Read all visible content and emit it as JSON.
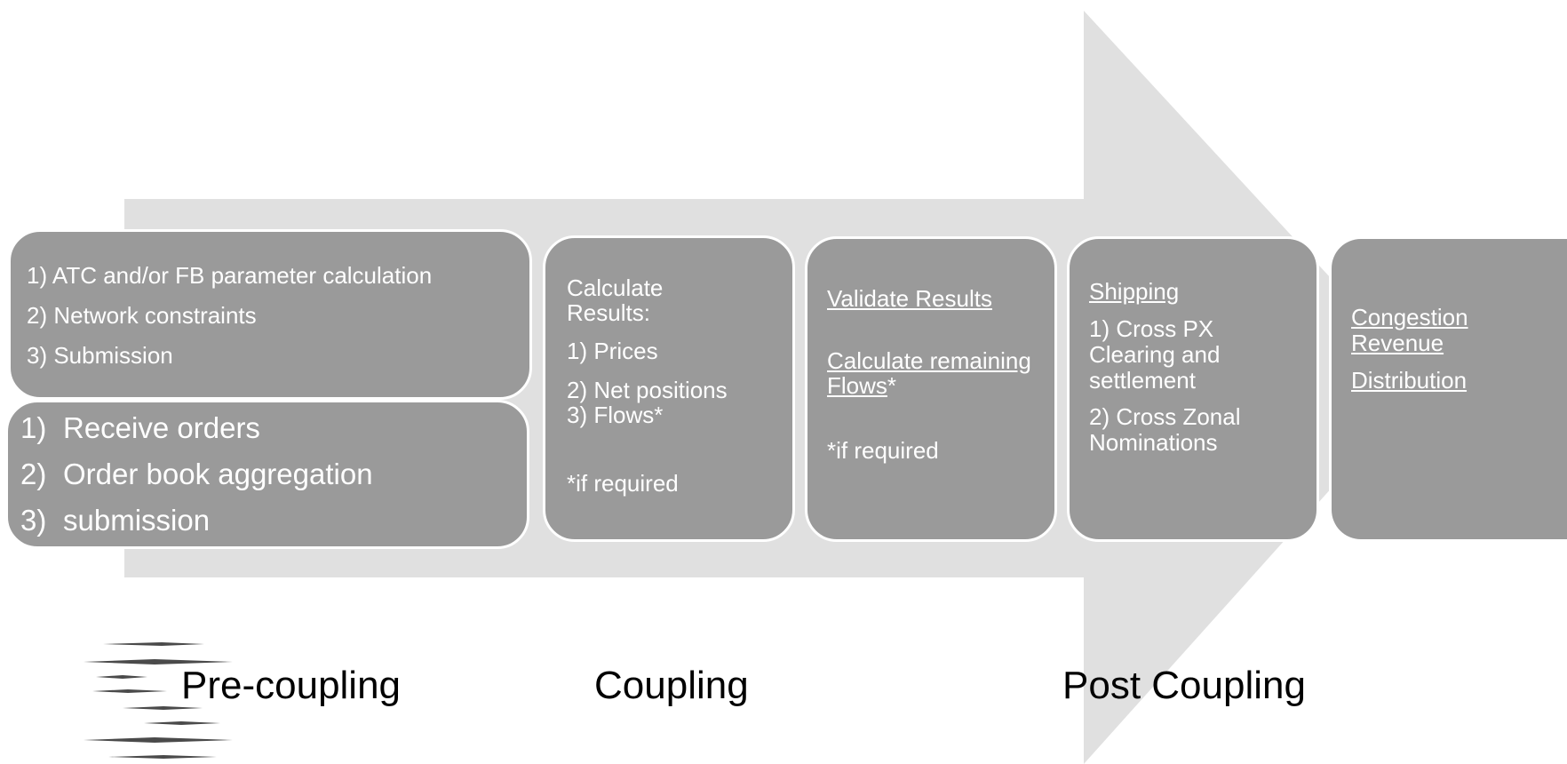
{
  "colors": {
    "arrow": "#e0e0e0",
    "box_fill": "#9a9a9a",
    "box_border": "#ffffff",
    "box_text": "#ffffff",
    "stage_text": "#000000",
    "logo": "#4a4a4a"
  },
  "pre_coupling": {
    "tso_box": {
      "items": [
        "1) ATC and/or FB parameter calculation",
        "2) Network constraints",
        "3) Submission"
      ]
    },
    "px_box": {
      "items": [
        {
          "num": "1)",
          "text": "Receive orders"
        },
        {
          "num": "2)",
          "text": "Order book aggregation"
        },
        {
          "num": "3)",
          "text": "submission"
        }
      ]
    }
  },
  "coupling_box": {
    "heading": "Calculate Results:",
    "items": [
      "1) Prices",
      "2) Net positions",
      "3) Flows*"
    ],
    "footnote": "*if required"
  },
  "validate_box": {
    "link1": "Validate Results",
    "link2": "Calculate remaining Flows",
    "link2_suffix": "*",
    "footnote": "*if required"
  },
  "shipping_box": {
    "link": "Shipping",
    "item1": "1) Cross PX Clearing and settlement",
    "item2": "2) Cross Zonal Nominations"
  },
  "congestion_box": {
    "link1": "Congestion Revenue",
    "link2": "Distribution"
  },
  "stages": {
    "pre": "Pre-coupling",
    "coupling": "Coupling",
    "post": "Post Coupling"
  },
  "logo": {
    "icon": "stacked-lines-logo"
  }
}
